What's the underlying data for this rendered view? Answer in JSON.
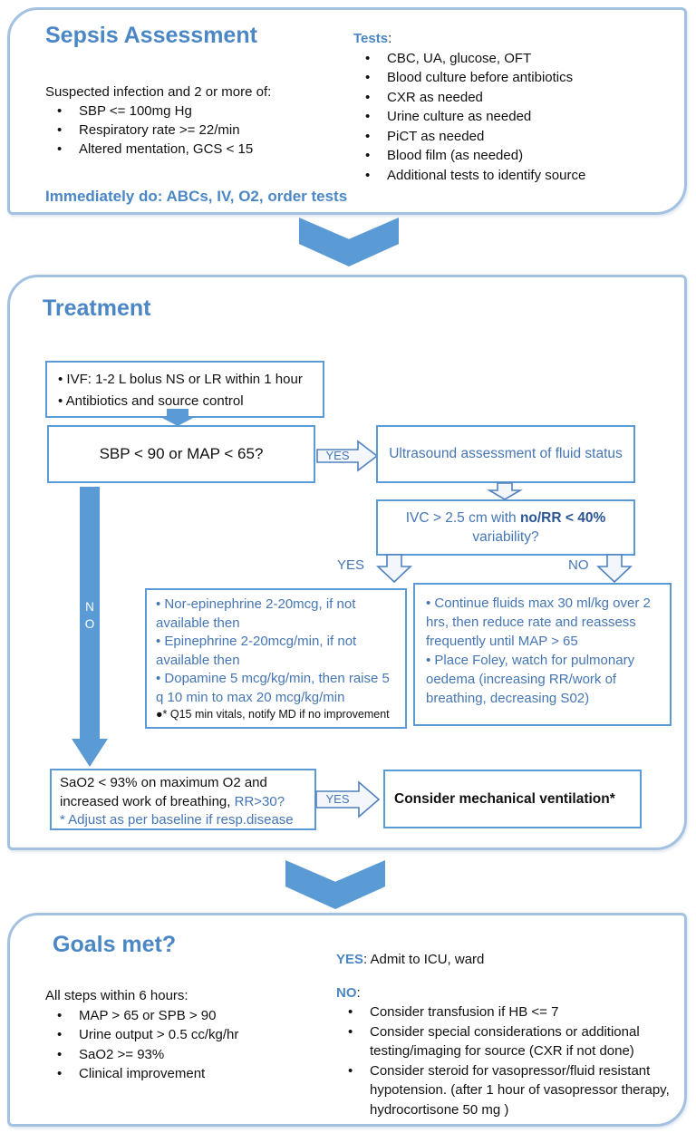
{
  "colors": {
    "panel_border": "#a3c1e0",
    "accent_solid": "#5b9bd5",
    "heading_blue": "#4b87c5",
    "box_text_blue": "#4576b4",
    "navy_highlight": "#2a5593",
    "body_text": "#111111"
  },
  "assessment": {
    "title": "Sepsis Assessment",
    "criteria_intro": "Suspected infection and 2 or more of:",
    "criteria": [
      "SBP <= 100mg Hg",
      "Respiratory rate >= 22/min",
      "Altered mentation, GCS < 15"
    ],
    "immediate": "Immediately do: ABCs, IV, O2, order tests",
    "tests_label": "Tests",
    "tests_colon": ":",
    "tests": [
      "CBC, UA, glucose, OFT",
      "Blood culture before antibiotics",
      "CXR as needed",
      "Urine culture as needed",
      "PiCT as needed",
      "Blood film (as needed)",
      "Additional tests to identify source"
    ]
  },
  "treatment": {
    "title": "Treatment",
    "ivf_line1": "• IVF: 1-2 L bolus NS or LR within 1 hour",
    "ivf_line2": "• Antibiotics and source control",
    "sbp_question": "SBP < 90 or MAP < 65?",
    "yes_arrow1_label": "YES",
    "ultrasound": "Ultrasound assessment of fluid status",
    "ivc_part1": "IVC > 2.5 cm with ",
    "ivc_part2": "no/RR < 40%",
    "ivc_part3": "variability?",
    "ivc_yes_label": "YES",
    "ivc_no_label": "NO",
    "no_bar_vertical": "N\nO",
    "norepi_items": [
      "• Nor-epinephrine 2-20mcg, if not available then",
      "• Epinephrine 2-20mcg/min, if not available then",
      "• Dopamine 5 mcg/kg/min, then raise 5 q 10 min to max 20 mcg/kg/min"
    ],
    "norepi_note": "●* Q15 min vitals, notify MD if no improvement",
    "fluids_item1": "• Continue fluids max 30 ml/kg over 2 hrs, then reduce rate and reassess frequently until MAP > 65",
    "fluids_item2": "• Place Foley, watch for pulmonary oedema (increasing RR/work of breathing, decreasing S02)",
    "sao2_line1": "SaO2 < 93% on maximum O2 and",
    "sao2_line2_black": "increased work of breathing, ",
    "sao2_line2_blue": "RR>30?",
    "sao2_line3": "* Adjust as per baseline if resp.disease",
    "yes_arrow2_label": "YES",
    "mech_vent": "Consider mechanical ventilation*"
  },
  "goals": {
    "title": "Goals met?",
    "intro": "All steps within 6 hours:",
    "criteria": [
      "MAP > 65 or SPB > 90",
      "Urine output > 0.5 cc/kg/hr",
      "SaO2 >= 93%",
      "Clinical improvement"
    ],
    "yes_label": "YES",
    "yes_rest": ": Admit to ICU, ward",
    "no_label": "NO",
    "no_rest": ":",
    "no_items": [
      "Consider transfusion if HB <= 7",
      "Consider special considerations or additional testing/imaging for source (CXR if not done)",
      "Consider steroid for vasopressor/fluid resistant hypotension. (after 1 hour of vasopressor therapy, hydrocortisone 50 mg )"
    ]
  }
}
